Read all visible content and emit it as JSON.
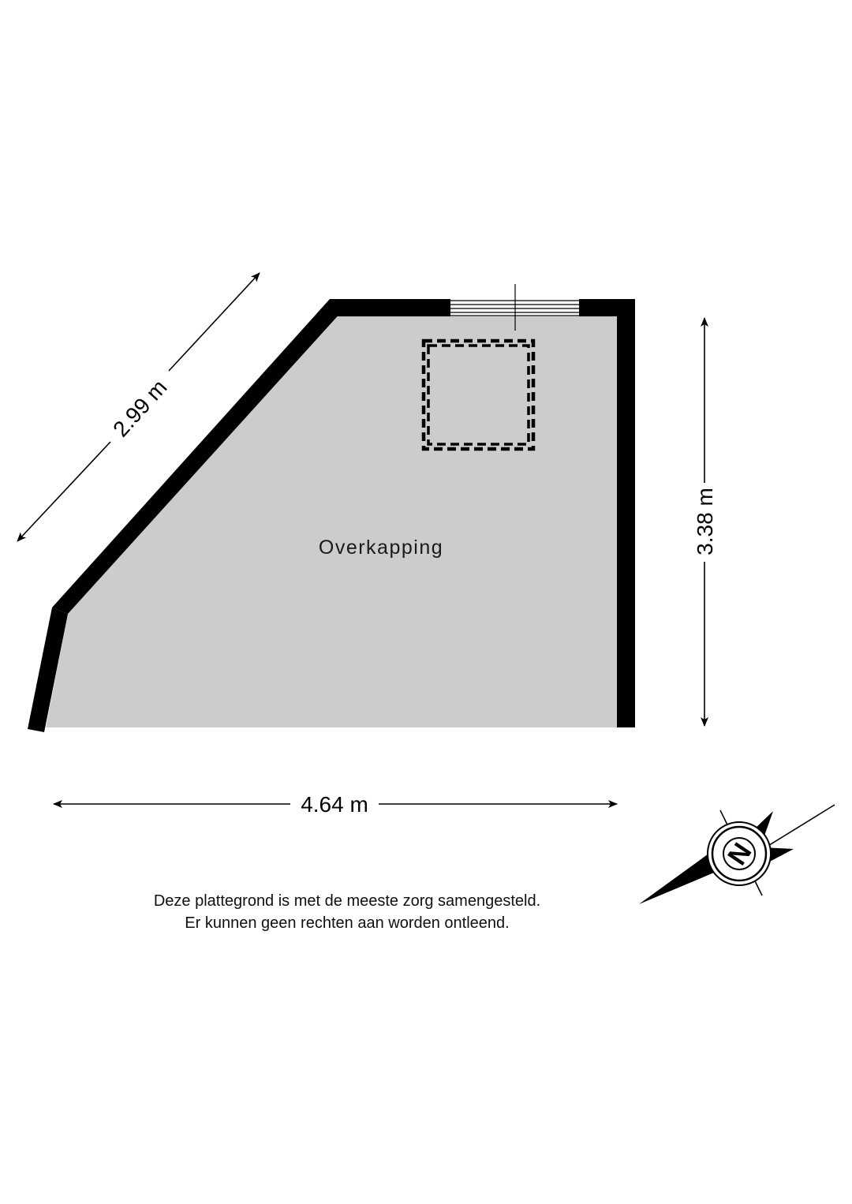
{
  "room": {
    "label": "Overkapping",
    "fill": "#cccccc",
    "wall_color": "#000000"
  },
  "dimensions": {
    "diagonal": "2.99 m",
    "height": "3.38 m",
    "width": "4.64 m"
  },
  "compass": {
    "letter": "N"
  },
  "disclaimer": {
    "line1": "Deze plattegrond is met de meeste zorg samengesteld.",
    "line2": "Er kunnen geen rechten aan worden ontleend."
  }
}
